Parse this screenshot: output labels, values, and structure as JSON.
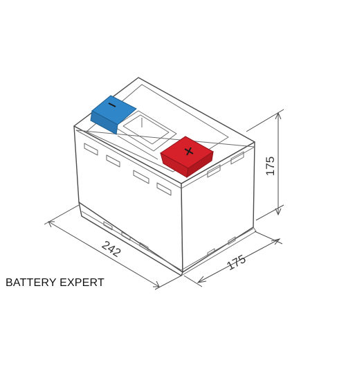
{
  "brand_label": "BATTERY EXPERT",
  "dimensions": {
    "length": "242",
    "width": "175",
    "height": "175"
  },
  "colors": {
    "negative_terminal": "#2f86c9",
    "positive_terminal": "#d6202a",
    "line": "#4a4a4a",
    "background": "#ffffff"
  }
}
